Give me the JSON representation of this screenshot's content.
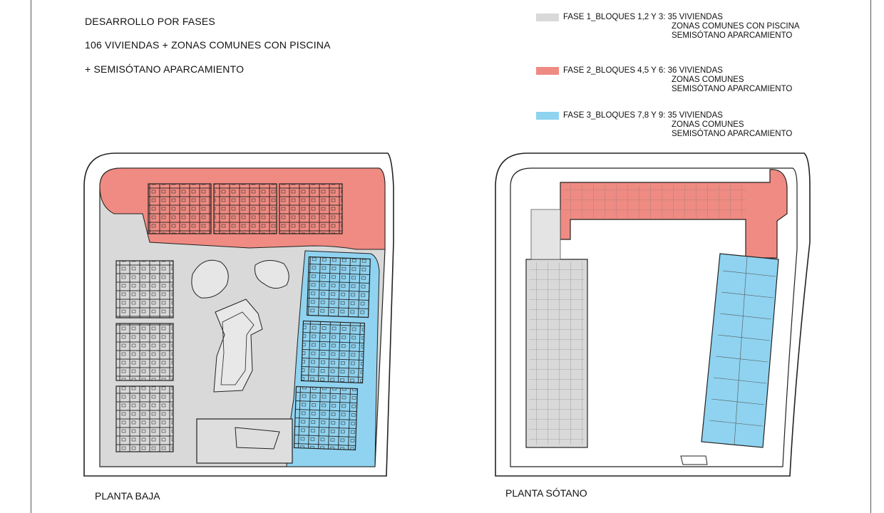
{
  "header": {
    "title": "DESARROLLO POR FASES",
    "line2": "106 VIVIENDAS + ZONAS COMUNES CON PISCINA",
    "line3": "+ SEMISÓTANO APARCAMIENTO"
  },
  "legend": [
    {
      "label": "FASE 1_BLOQUES 1,2 Y 3: 35 VIVIENDAS",
      "sub1": "ZONAS COMUNES CON PISCINA",
      "sub2": "SEMISÓTANO APARCAMIENTO",
      "color": "#d9d9d9"
    },
    {
      "label": "FASE 2_BLOQUES 4,5 Y 6: 36 VIVIENDAS",
      "sub1": "ZONAS COMUNES",
      "sub2": "SEMISÓTANO APARCAMIENTO",
      "color": "#ef8b82"
    },
    {
      "label": "FASE 3_BLOQUES 7,8 Y 9: 35 VIVIENDAS",
      "sub1": "ZONAS COMUNES",
      "sub2": "SEMISÓTANO APARCAMIENTO",
      "color": "#8fd3f0"
    }
  ],
  "plans": {
    "ground_label": "PLANTA BAJA",
    "basement_label": "PLANTA SÓTANO"
  },
  "colors": {
    "phase1": "#d9d9d9",
    "phase2": "#ef8b82",
    "phase3": "#8fd3f0",
    "line": "#222222"
  }
}
